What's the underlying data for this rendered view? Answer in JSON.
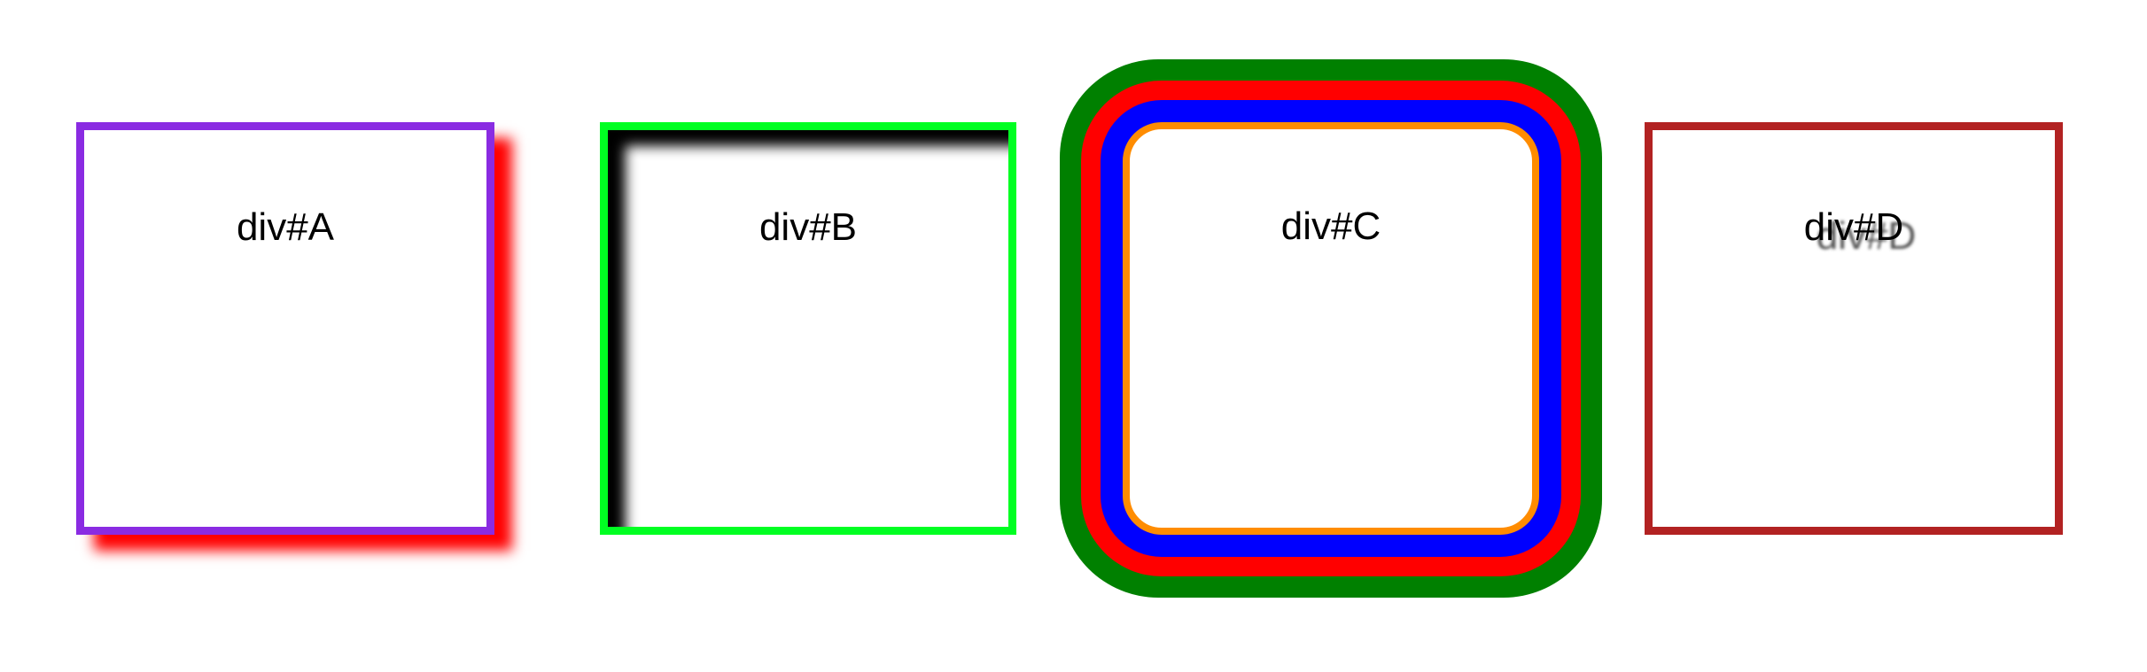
{
  "boxes": {
    "a": {
      "label": "div#A",
      "border_color": "#8a2be2",
      "shadow_color": "#ff0000"
    },
    "b": {
      "label": "div#B",
      "border_color": "#00ff22",
      "shadow_color": "#000000"
    },
    "c": {
      "label": "div#C",
      "border_color": "#ff8c00",
      "ring_colors": [
        "#0000ff",
        "#ff0000",
        "#008000"
      ]
    },
    "d": {
      "label": "div#D",
      "border_color": "#b22222",
      "text_shadow_color": "#323232"
    }
  }
}
